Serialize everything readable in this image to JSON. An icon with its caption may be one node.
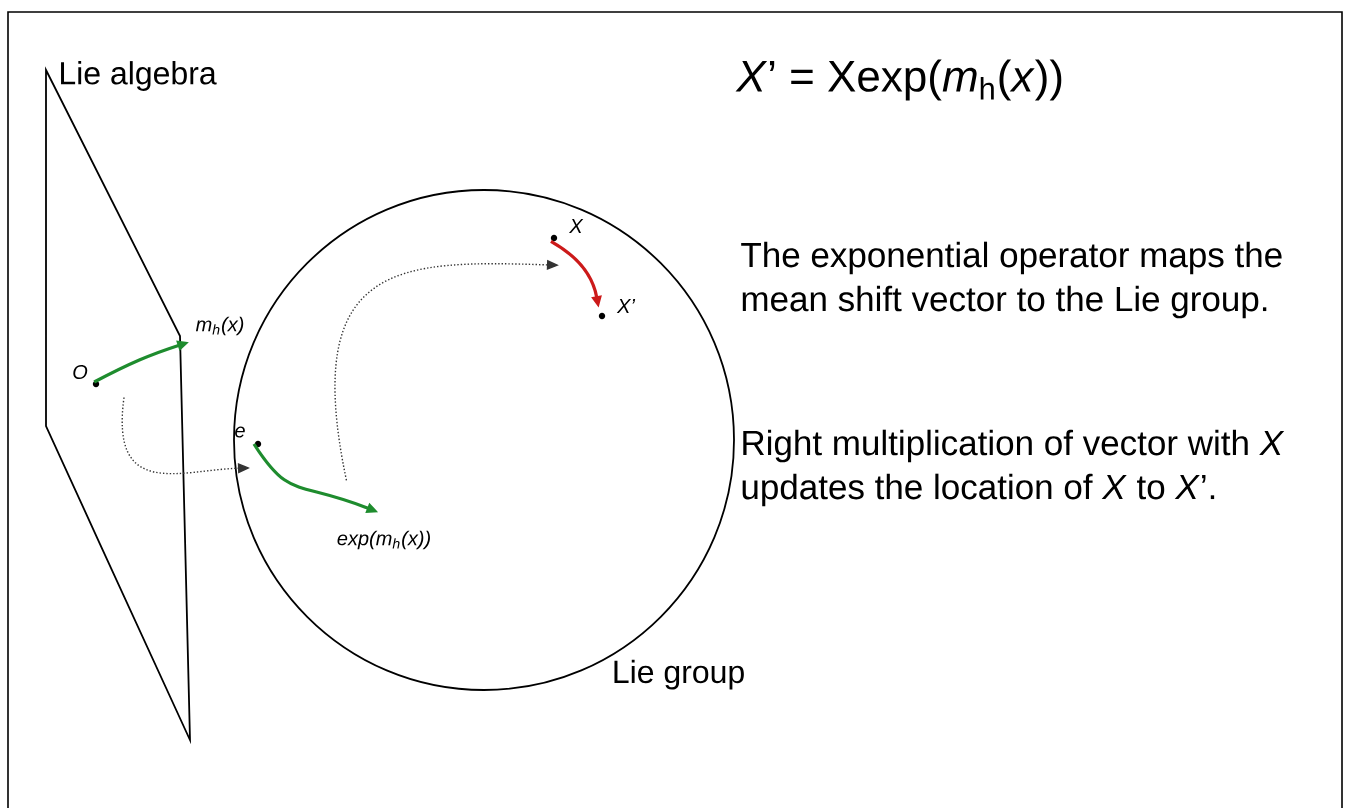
{
  "diagram": {
    "nodes": [
      {
        "text": [
          "Lie algebra"
        ]
      },
      {
        "text": [
          "Lie group"
        ]
      },
      {
        "text": [
          "O"
        ],
        "in": 0
      },
      {
        "text": [
          "m$_{h}$(x)"
        ]
      },
      {
        "text": [
          "e"
        ],
        "in": 1
      },
      {
        "text": [
          "exp(m$_{h}$(x))"
        ],
        "in": 1
      },
      {
        "text": [
          "X"
        ],
        "in": 1
      },
      {
        "text": [
          "X’"
        ],
        "in": 1
      }
    ],
    "edges": [
      {
        "from": 2,
        "to": 3,
        "arrow": "to",
        "color": "#1e8c2e"
      },
      {
        "from": 2,
        "to": 4,
        "arrow": "to",
        "style": "dashed",
        "color": "#333333"
      },
      {
        "from": 4,
        "to": 5,
        "arrow": "to",
        "color": "#1e8c2e"
      },
      {
        "from": 5,
        "to": 6,
        "arrow": "to",
        "style": "dashed",
        "color": "#333333"
      },
      {
        "from": 6,
        "to": 7,
        "arrow": "to",
        "color": "#cc1a1a"
      }
    ],
    "labels": [
      "*X*’ = Xexp(*m*$_{h}$(*x*))",
      "The exponential operator maps the mean shift vector to the Lie group.",
      "Right multiplication of vector with *X* updates the location of *X* to *X*’."
    ]
  }
}
